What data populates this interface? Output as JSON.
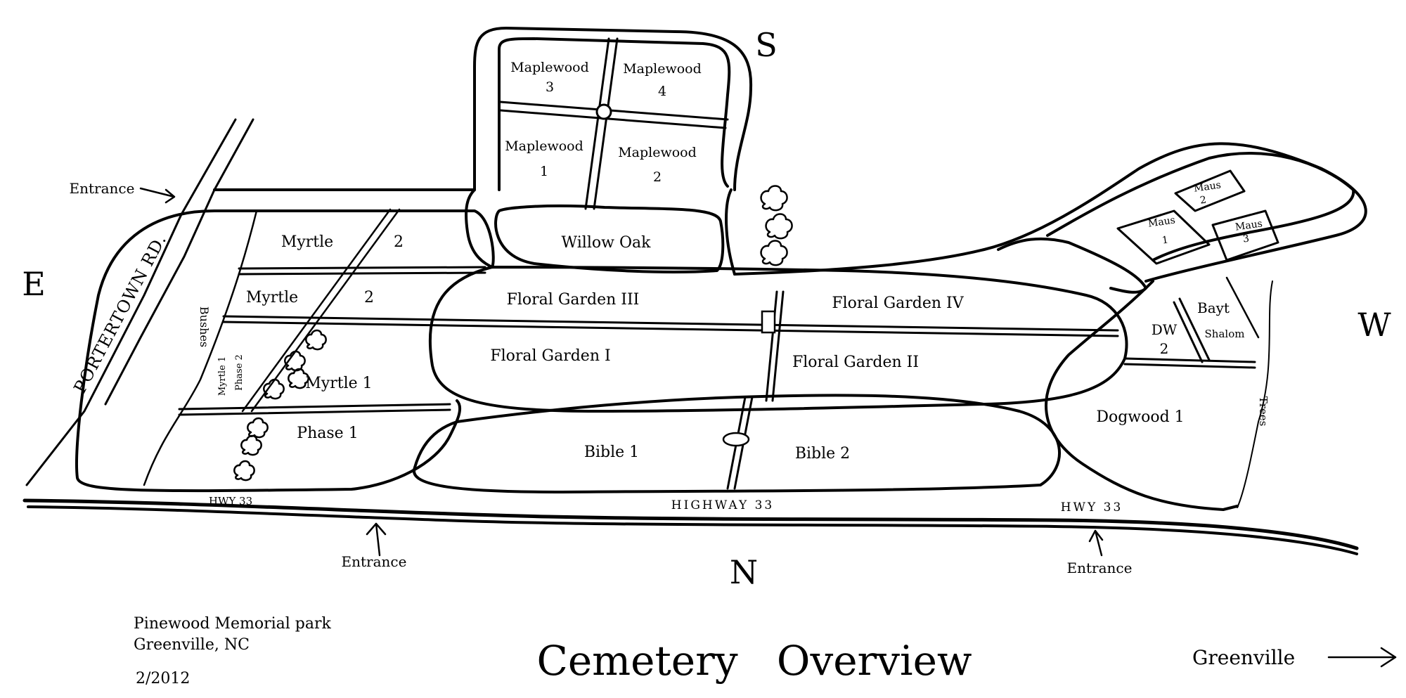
{
  "map": {
    "compass": {
      "north": "N",
      "south": "S",
      "east": "E",
      "west": "W"
    },
    "roads": {
      "portertown": "PORTERTOWN RD.",
      "hwy33_left": "HWY 33",
      "hwy33_center": "HIGHWAY 33",
      "hwy33_right": "HWY 33"
    },
    "entrances": {
      "northwest": "Entrance",
      "south_left": "Entrance",
      "south_right": "Entrance"
    },
    "sections": {
      "maplewood_3": [
        "Maplewood",
        "3"
      ],
      "maplewood_4": [
        "Maplewood",
        "4"
      ],
      "maplewood_1": [
        "Maplewood",
        "1"
      ],
      "maplewood_2": [
        "Maplewood",
        "2"
      ],
      "willow_oak": "Willow Oak",
      "myrtle_2_upper": [
        "Myrtle",
        "2"
      ],
      "myrtle_2_lower": [
        "Myrtle",
        "2"
      ],
      "myrtle_1": "Myrtle  1",
      "myrtle_1_phase_2": [
        "Myrtle 1",
        "Phase 2"
      ],
      "phase_1": "Phase 1",
      "floral_garden_3": "Floral Garden   III",
      "floral_garden_4": "Floral Garden  IV",
      "floral_garden_1": "Floral Garden    I",
      "floral_garden_2": "Floral Garden  II",
      "bible_1": "Bible  1",
      "bible_2": "Bible  2",
      "maus_1": [
        "Maus",
        "1"
      ],
      "maus_2": [
        "Maus",
        "2"
      ],
      "maus_3": [
        "Maus",
        "3"
      ],
      "dw_2": [
        "DW",
        "2"
      ],
      "bayt": "Bayt",
      "shalom": "Shalom",
      "dogwood_1": "Dogwood  1"
    },
    "features": {
      "bushes": "Bushes",
      "trees": "Trees"
    }
  },
  "footer": {
    "park_name": "Pinewood Memorial park",
    "location": "Greenville, NC",
    "date": "2/2012",
    "title": "Cemetery   Overview",
    "direction_label": "Greenville"
  }
}
